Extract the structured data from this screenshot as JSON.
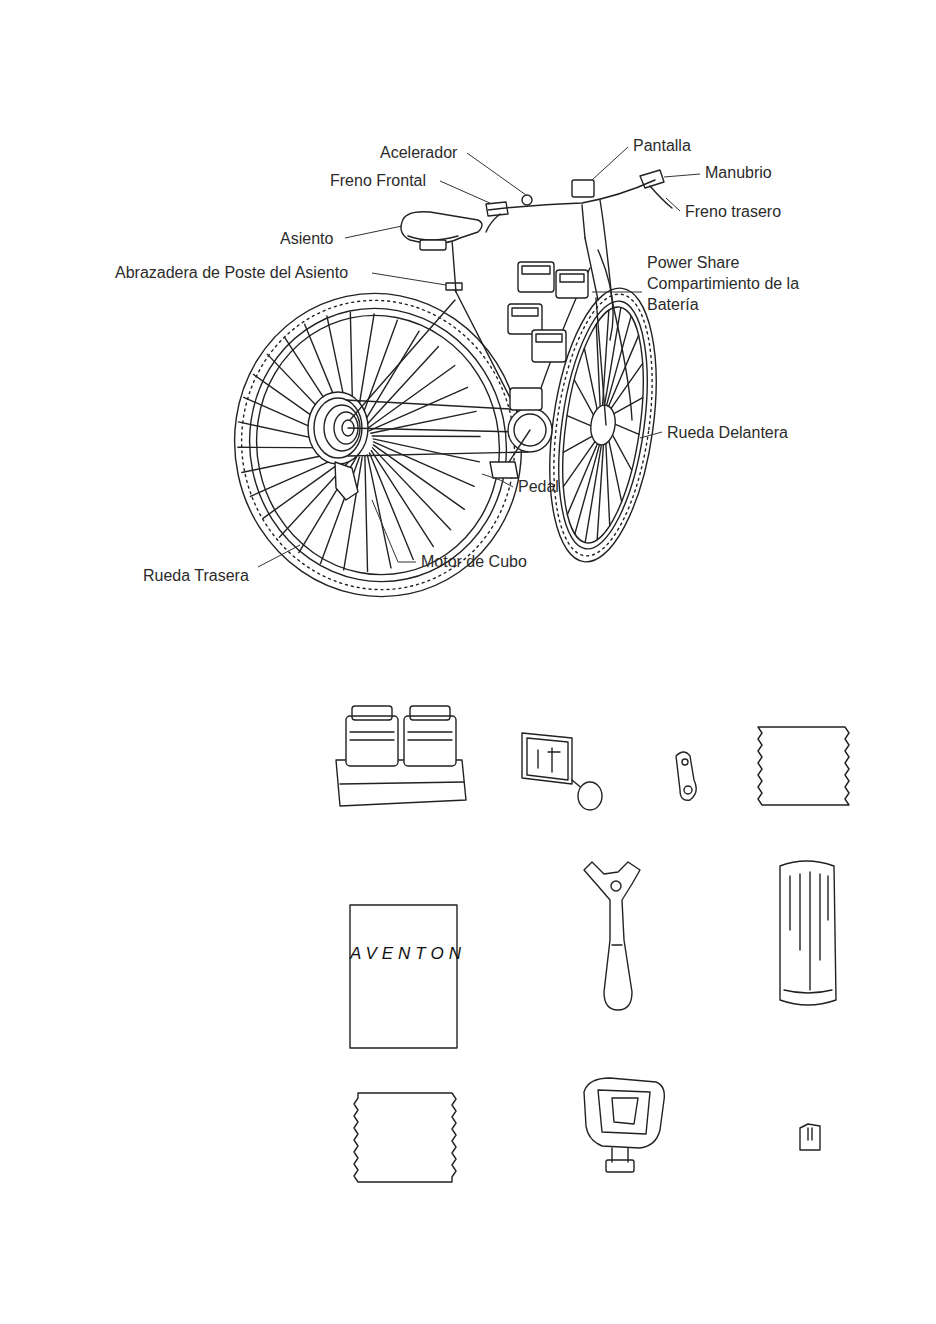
{
  "diagram": {
    "labels": [
      "Acelerador",
      "Pantalla",
      "Manubrio",
      "Freno Frontal",
      "Freno trasero",
      "Asiento",
      "Abrazadera de Poste del Asiento",
      "Power Share Compartimiento de la Batería",
      "Rueda Delantera",
      "Pedal",
      "Motor de Cubo",
      "Rueda Trasera",
      "AVENTON"
    ]
  }
}
